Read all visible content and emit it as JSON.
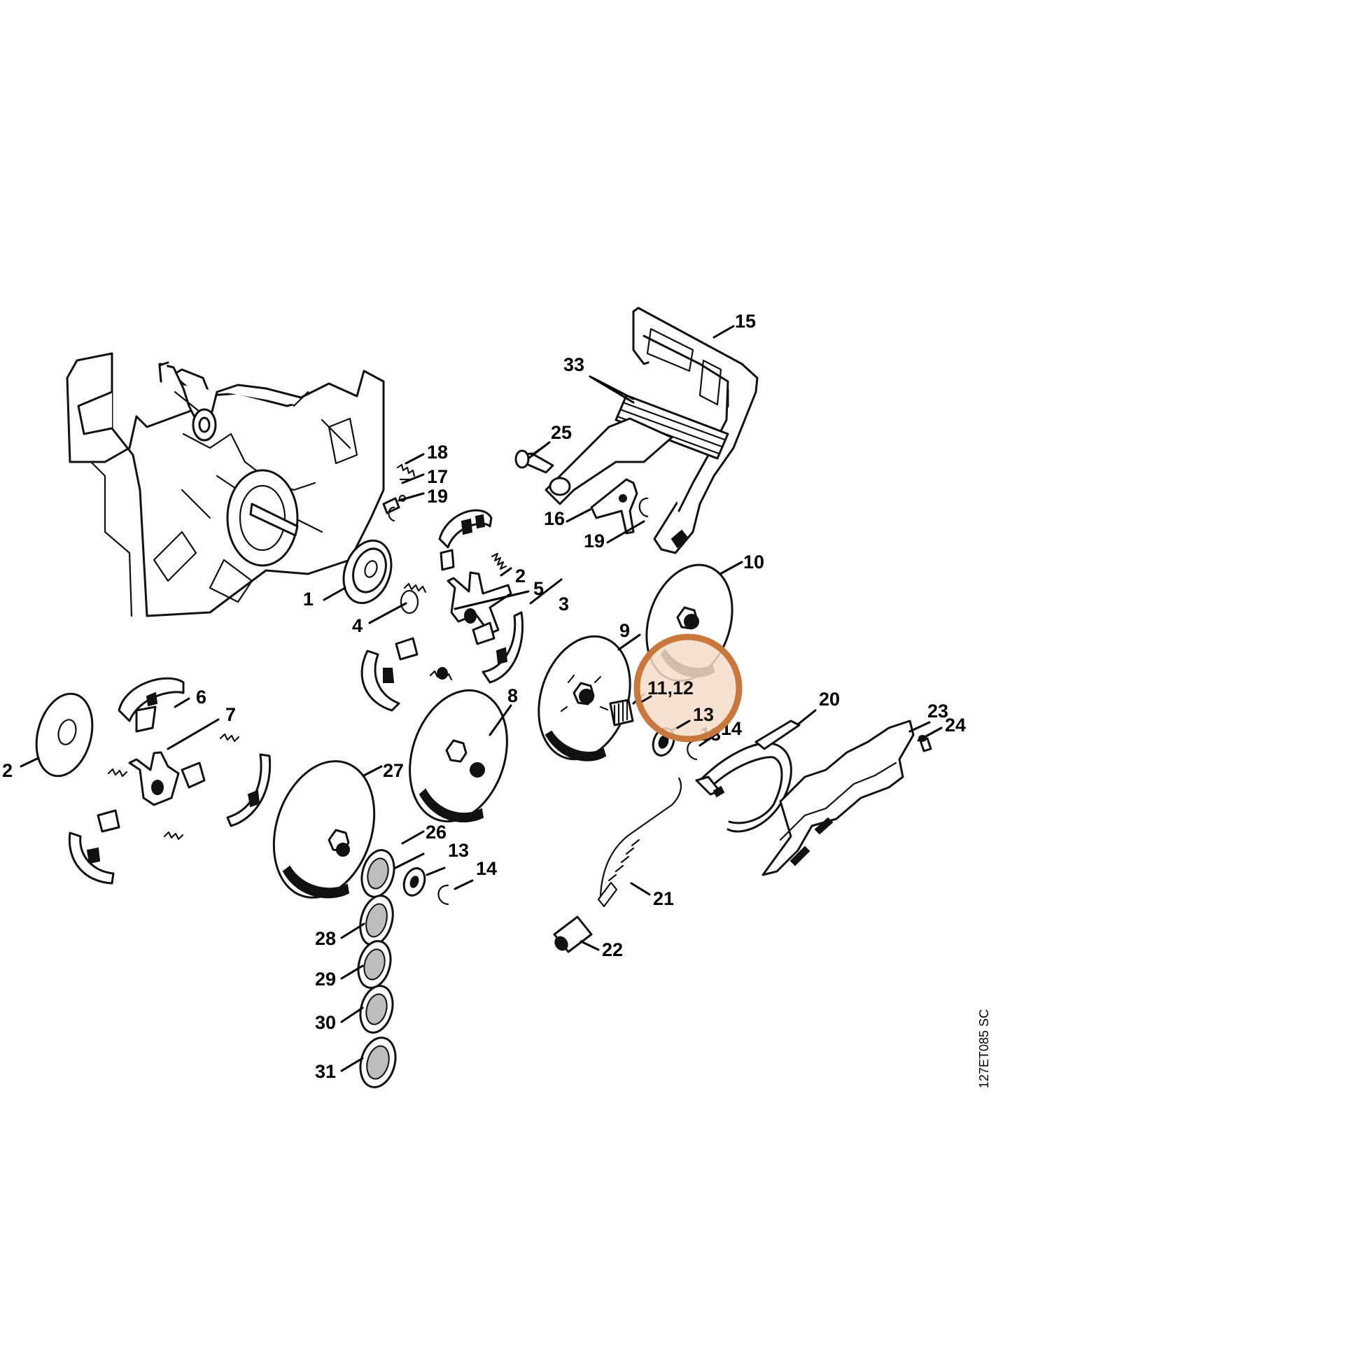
{
  "diagram": {
    "callouts": {
      "c1": "1",
      "c2": "2",
      "c2b": "2",
      "c3": "3",
      "c4": "4",
      "c5": "5",
      "c6": "6",
      "c7": "7",
      "c8": "8",
      "c9": "9",
      "c10": "10",
      "c11_12": "11,12",
      "c13": "13",
      "c13b": "13",
      "c14": "14",
      "c14b": "14",
      "c15": "15",
      "c16": "16",
      "c17": "17",
      "c18": "18",
      "c19": "19",
      "c19b": "19",
      "c20": "20",
      "c21": "21",
      "c22": "22",
      "c23": "23",
      "c24": "24",
      "c25": "25",
      "c26": "26",
      "c27": "27",
      "c28": "28",
      "c29": "29",
      "c30": "30",
      "c31": "31",
      "c33": "33"
    },
    "reference_code": "127ET085 SC",
    "highlight": {
      "color": "#C8783C",
      "fill": "#F6DCC8"
    }
  }
}
